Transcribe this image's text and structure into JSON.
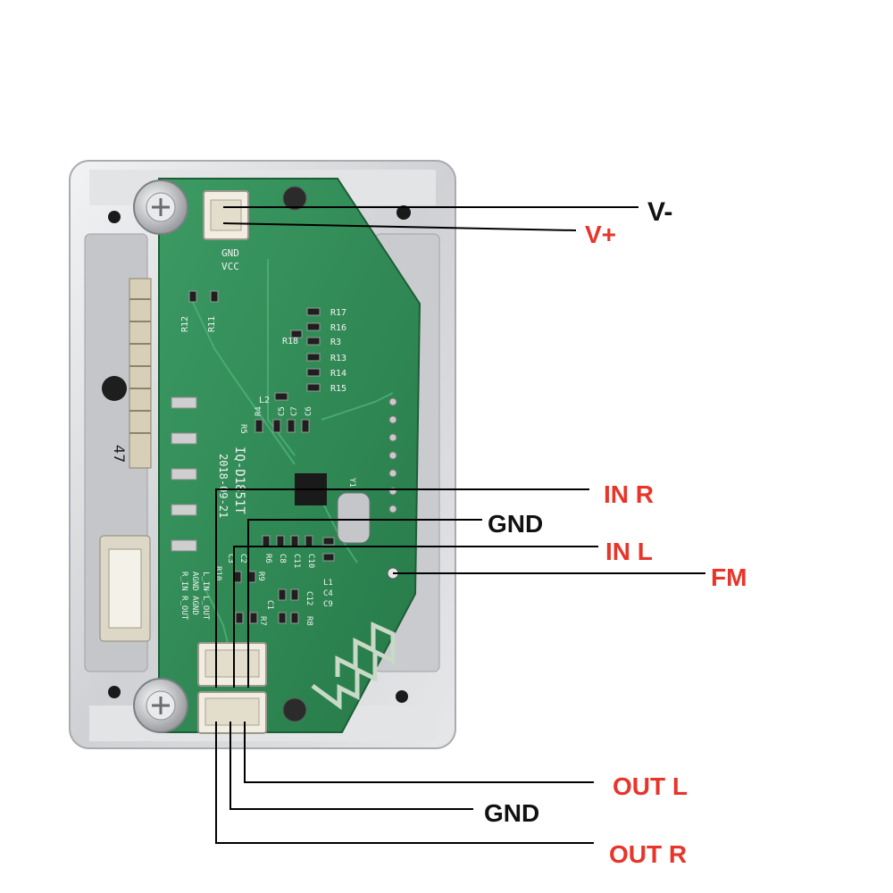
{
  "colors": {
    "lead_line": "#000000",
    "red_label": "#e8352a",
    "black_label": "#111111",
    "pcb_green": "#2f8a55",
    "metal": "#d9dadc"
  },
  "labels": {
    "v_minus": "V-",
    "v_plus": "V+",
    "in_r": "IN R",
    "gnd_in": "GND",
    "in_l": "IN L",
    "fm": "FM",
    "out_l": "OUT L",
    "gnd_out": "GND",
    "out_r": "OUT R"
  },
  "silkscreen": {
    "gnd": "GND",
    "vcc": "VCC",
    "board_id": "IQ-D1851T",
    "date": "2018-09-21",
    "r17": "R17",
    "r16": "R16",
    "r3": "R3",
    "r13": "R13",
    "r14": "R14",
    "r15": "R15",
    "r18": "R18",
    "r12": "R12",
    "r11": "R11",
    "l2": "L2",
    "r4": "R4",
    "c5": "C5",
    "c7": "C7",
    "c6": "C6",
    "r5": "R5",
    "c10": "C10",
    "c11": "C11",
    "c8": "C8",
    "r6": "R6",
    "c2": "C2",
    "c3": "C3",
    "r10": "R10",
    "r9": "R9",
    "c1": "C1",
    "r7": "R7",
    "c12": "C12",
    "r8": "R8",
    "l1": "L1",
    "c4": "C4",
    "c9": "C9",
    "y1": "Y1",
    "pins_top": "L_IN L_OUT",
    "pins_mid": "AGND AGND",
    "pins_bot": "R_IN R_OUT",
    "metal_mark": "47"
  }
}
